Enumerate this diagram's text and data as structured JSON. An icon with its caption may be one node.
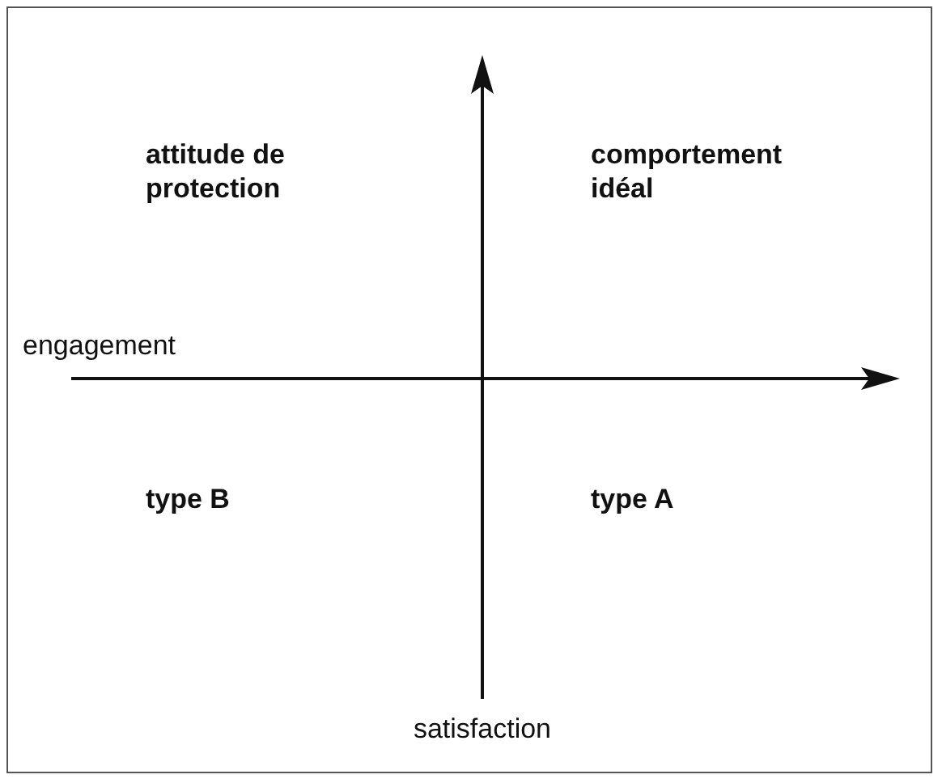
{
  "diagram": {
    "labels": [
      "attitude de protection",
      "comportement idéal",
      "engagement",
      "type B",
      "type A",
      "satisfaction"
    ]
  }
}
